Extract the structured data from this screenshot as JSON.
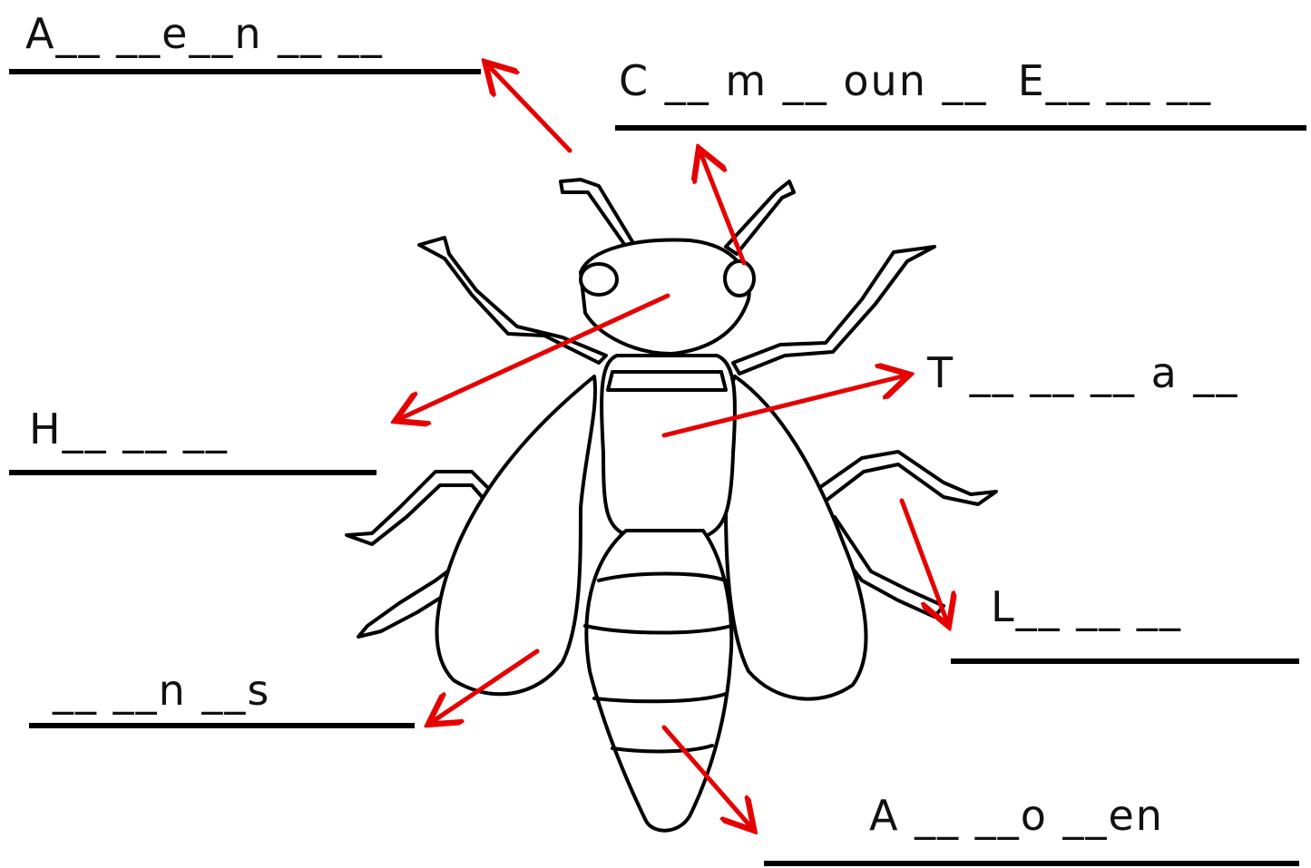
{
  "labels": {
    "antennae": "A__ __e__n __ __",
    "compound_eye": "C __ m __ oun __  E__ __ __",
    "head": "H__ __ __",
    "thorax": "T __ __ __ a __",
    "legs": "L__ __ __",
    "wings": "__ __n __s",
    "abdomen": "A __ __o __en"
  },
  "colors": {
    "arrow": "#e60000",
    "outline": "#000000"
  }
}
